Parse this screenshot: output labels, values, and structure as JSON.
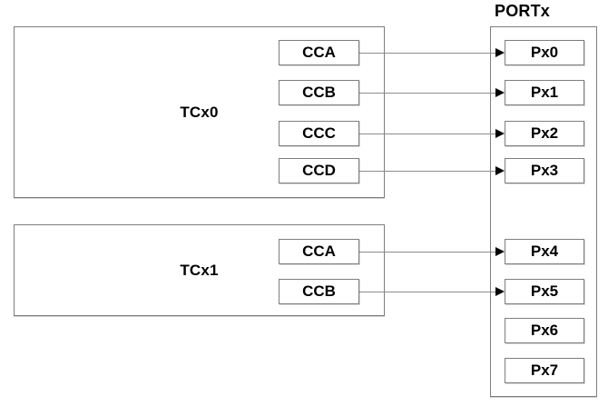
{
  "port": {
    "title": "PORTx",
    "pins": [
      {
        "label": "Px0"
      },
      {
        "label": "Px1"
      },
      {
        "label": "Px2"
      },
      {
        "label": "Px3"
      },
      {
        "label": "Px4"
      },
      {
        "label": "Px5"
      },
      {
        "label": "Px6"
      },
      {
        "label": "Px7"
      }
    ]
  },
  "timers": [
    {
      "label": "TCx0",
      "channels": [
        {
          "label": "CCA"
        },
        {
          "label": "CCB"
        },
        {
          "label": "CCC"
        },
        {
          "label": "CCD"
        }
      ]
    },
    {
      "label": "TCx1",
      "channels": [
        {
          "label": "CCA"
        },
        {
          "label": "CCB"
        }
      ]
    }
  ],
  "connections": [
    {
      "from": "TCx0.CCA",
      "to": "Px0"
    },
    {
      "from": "TCx0.CCB",
      "to": "Px1"
    },
    {
      "from": "TCx0.CCC",
      "to": "Px2"
    },
    {
      "from": "TCx0.CCD",
      "to": "Px3"
    },
    {
      "from": "TCx1.CCA",
      "to": "Px4"
    },
    {
      "from": "TCx1.CCB",
      "to": "Px5"
    }
  ],
  "colors": {
    "background": "#ffffff",
    "box_border": "#7d7d7d",
    "connector_line": "#8c8c8c",
    "arrowhead": "#000000",
    "text": "#000000"
  }
}
